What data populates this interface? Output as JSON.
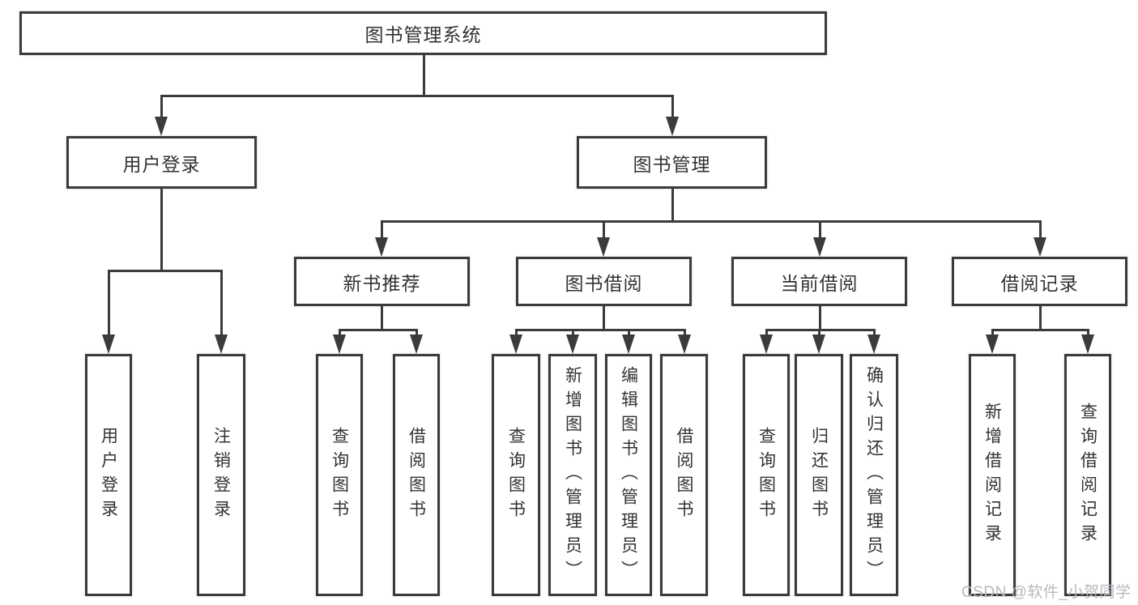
{
  "diagram": {
    "root": {
      "label": "图书管理系统"
    },
    "level2": [
      {
        "label": "用户登录"
      },
      {
        "label": "图书管理"
      }
    ],
    "level3": [
      {
        "label": "新书推荐"
      },
      {
        "label": "图书借阅"
      },
      {
        "label": "当前借阅"
      },
      {
        "label": "借阅记录"
      }
    ],
    "leaves": {
      "user_login": [
        "用户登录",
        "注销登录"
      ],
      "new_book_recommend": [
        "查询图书",
        "借阅图书"
      ],
      "book_borrow": [
        "查询图书",
        "新增图书（管理员）",
        "编辑图书（管理员）",
        "借阅图书"
      ],
      "current_borrow": [
        "查询图书",
        "归还图书",
        "确认归还（管理员）"
      ],
      "borrow_records": [
        "新增借阅记录",
        "查询借阅记录"
      ]
    }
  },
  "watermark": {
    "text": "CSDN @软件_小贺同学"
  },
  "colors": {
    "line": "#3b3b3d",
    "text": "#333333",
    "watermark": "#b6b9be",
    "node_fill": "#ffffff",
    "background": "#ffffff"
  }
}
